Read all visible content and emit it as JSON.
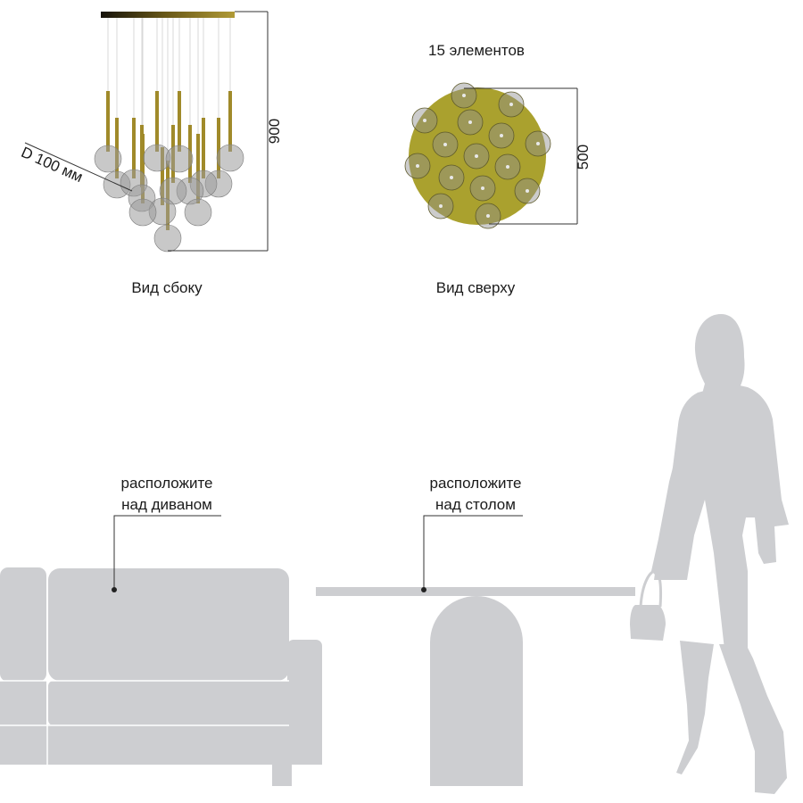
{
  "side_view": {
    "caption": "Вид сбоку",
    "diameter_label": "D 100 мм",
    "height_label": "900"
  },
  "top_view": {
    "caption": "Вид сверху",
    "count_label": "15 элементов",
    "width_label": "500"
  },
  "callouts": {
    "sofa_line1": "расположите",
    "sofa_line2": "над диваном",
    "table_line1": "расположите",
    "table_line2": "над столом"
  },
  "colors": {
    "brass": "#a08a2a",
    "canopy_dark": "#2b2407",
    "globe": "#9a9a9a",
    "plate": "#aaa12e",
    "furniture": "#cdced1",
    "line": "#333333"
  }
}
